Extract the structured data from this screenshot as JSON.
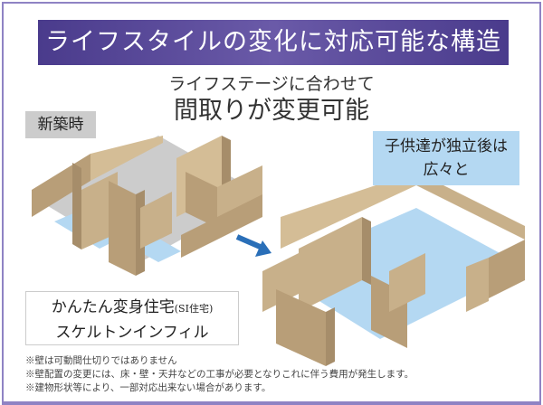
{
  "title": "ライフスタイルの変化に対応可能な構造",
  "subtitle_line1": "ライフステージに合わせて",
  "subtitle_line2": "間取りが変更可能",
  "label_new": "新築時",
  "label_after_line1": "子供達が独立後は",
  "label_after_line2": "広々と",
  "system_name_line1": "かんたん変身住宅",
  "system_name_suffix": "(SI住宅)",
  "system_name_line2": "スケルトンインフィル",
  "notes": [
    "※壁は可動間仕切りではありません",
    "※壁配置の変更には、床・壁・天井などの工事が必要となりこれに伴う費用が発生します。",
    "※建物形状等により、一部対応出来ない場合があります。"
  ],
  "colors": {
    "banner": "#5a4a9c",
    "wall": "#c8b08a",
    "floor": "#b4d8f2",
    "arrow": "#2a6fb8",
    "frame": "#8f83c4"
  }
}
